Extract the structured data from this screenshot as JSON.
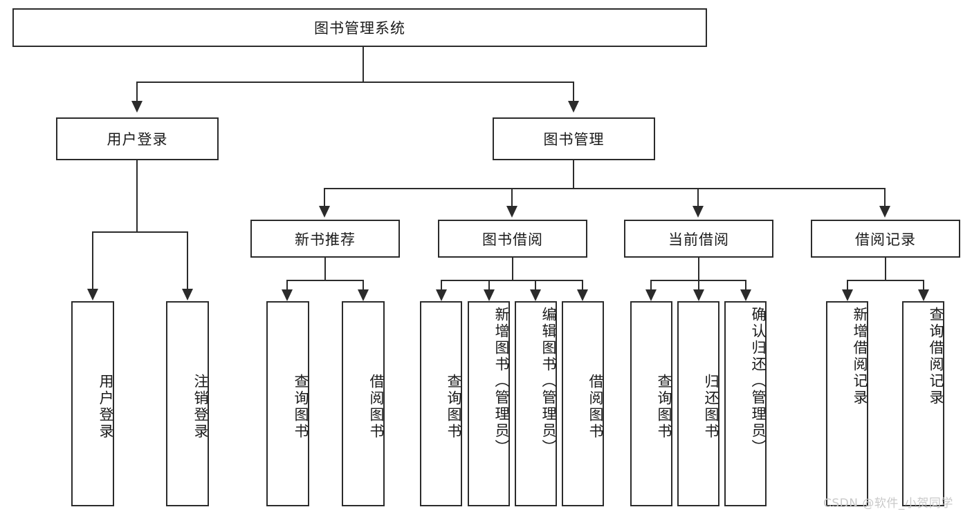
{
  "diagram": {
    "title": "图书管理系统",
    "type": "tree-hierarchy-diagram",
    "colors": {
      "stroke": "#2b2b2b",
      "fill": "#ffffff",
      "text": "#1a1a1a",
      "watermark": "#c9c9c9"
    },
    "root": {
      "label": "图书管理系统"
    },
    "level2": [
      {
        "label": "用户登录"
      },
      {
        "label": "图书管理"
      }
    ],
    "level3": [
      {
        "label": "新书推荐"
      },
      {
        "label": "图书借阅"
      },
      {
        "label": "当前借阅"
      },
      {
        "label": "借阅记录"
      }
    ],
    "leaves": {
      "user_login": [
        {
          "label": "用户登录"
        },
        {
          "label": "注销登录"
        }
      ],
      "new_book_recommend": [
        {
          "label": "查询图书"
        },
        {
          "label": "借阅图书"
        }
      ],
      "book_borrow": [
        {
          "label": "查询图书"
        },
        {
          "label": "新增图书（管理员）"
        },
        {
          "label": "编辑图书（管理员）"
        },
        {
          "label": "借阅图书"
        }
      ],
      "current_borrow": [
        {
          "label": "查询图书"
        },
        {
          "label": "归还图书"
        },
        {
          "label": "确认归还（管理员）"
        }
      ],
      "borrow_record": [
        {
          "label": "新增借阅记录"
        },
        {
          "label": "查询借阅记录"
        }
      ]
    },
    "watermark": "CSDN @软件_小贺同学"
  }
}
